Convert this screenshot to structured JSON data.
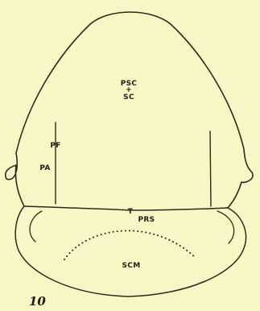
{
  "figure_number": "10",
  "labels": {
    "psc": "PSC",
    "plus": "+",
    "sc": "SC",
    "pf": "PF",
    "pa": "PA",
    "t": "T",
    "prs": "PRS",
    "scm": "SCM"
  },
  "colors": {
    "background": "#f8f6c4",
    "ink": "#2a2a1e"
  }
}
